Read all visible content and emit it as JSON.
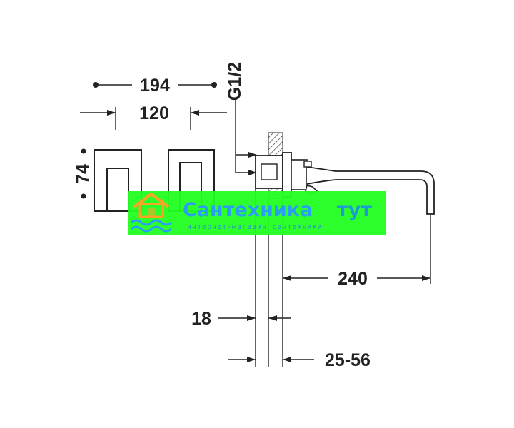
{
  "drawing": {
    "dimensions": {
      "overall_width": "194",
      "spacing": "120",
      "height": "74",
      "thread": "G1/2",
      "spout_reach": "240",
      "plate_thickness": "18",
      "wall_range": "25-56"
    }
  },
  "watermark": {
    "title": "Сантехника",
    "title_suffix": "тут",
    "subtitle": "интернет-магазин сантехники",
    "logo_icon": "house-waves-icon",
    "colors": {
      "banner": "#22ff22",
      "text": "#2a9df4",
      "logo": "#f5a623"
    }
  },
  "colors": {
    "line": "#222222",
    "background": "#ffffff"
  }
}
